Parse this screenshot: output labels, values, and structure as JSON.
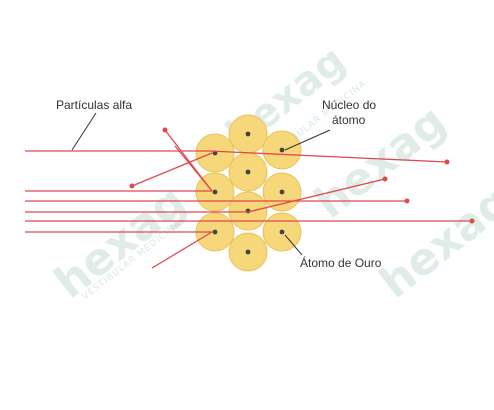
{
  "labels": {
    "alpha": "Partículas alfa",
    "nucleus_line1": "Núcleo do",
    "nucleus_line2": "átomo",
    "gold_atom": "Átomo de Ouro"
  },
  "watermark": {
    "brand": "hexag",
    "subtitle": "VESTIBULAR MEDICINA"
  },
  "colors": {
    "ray": "#e04a4f",
    "atom_fill": "#f6d77a",
    "atom_stroke": "#e8c25a",
    "nucleus": "#444444",
    "label_text": "#333333",
    "watermark": "#a9cdbd"
  }
}
